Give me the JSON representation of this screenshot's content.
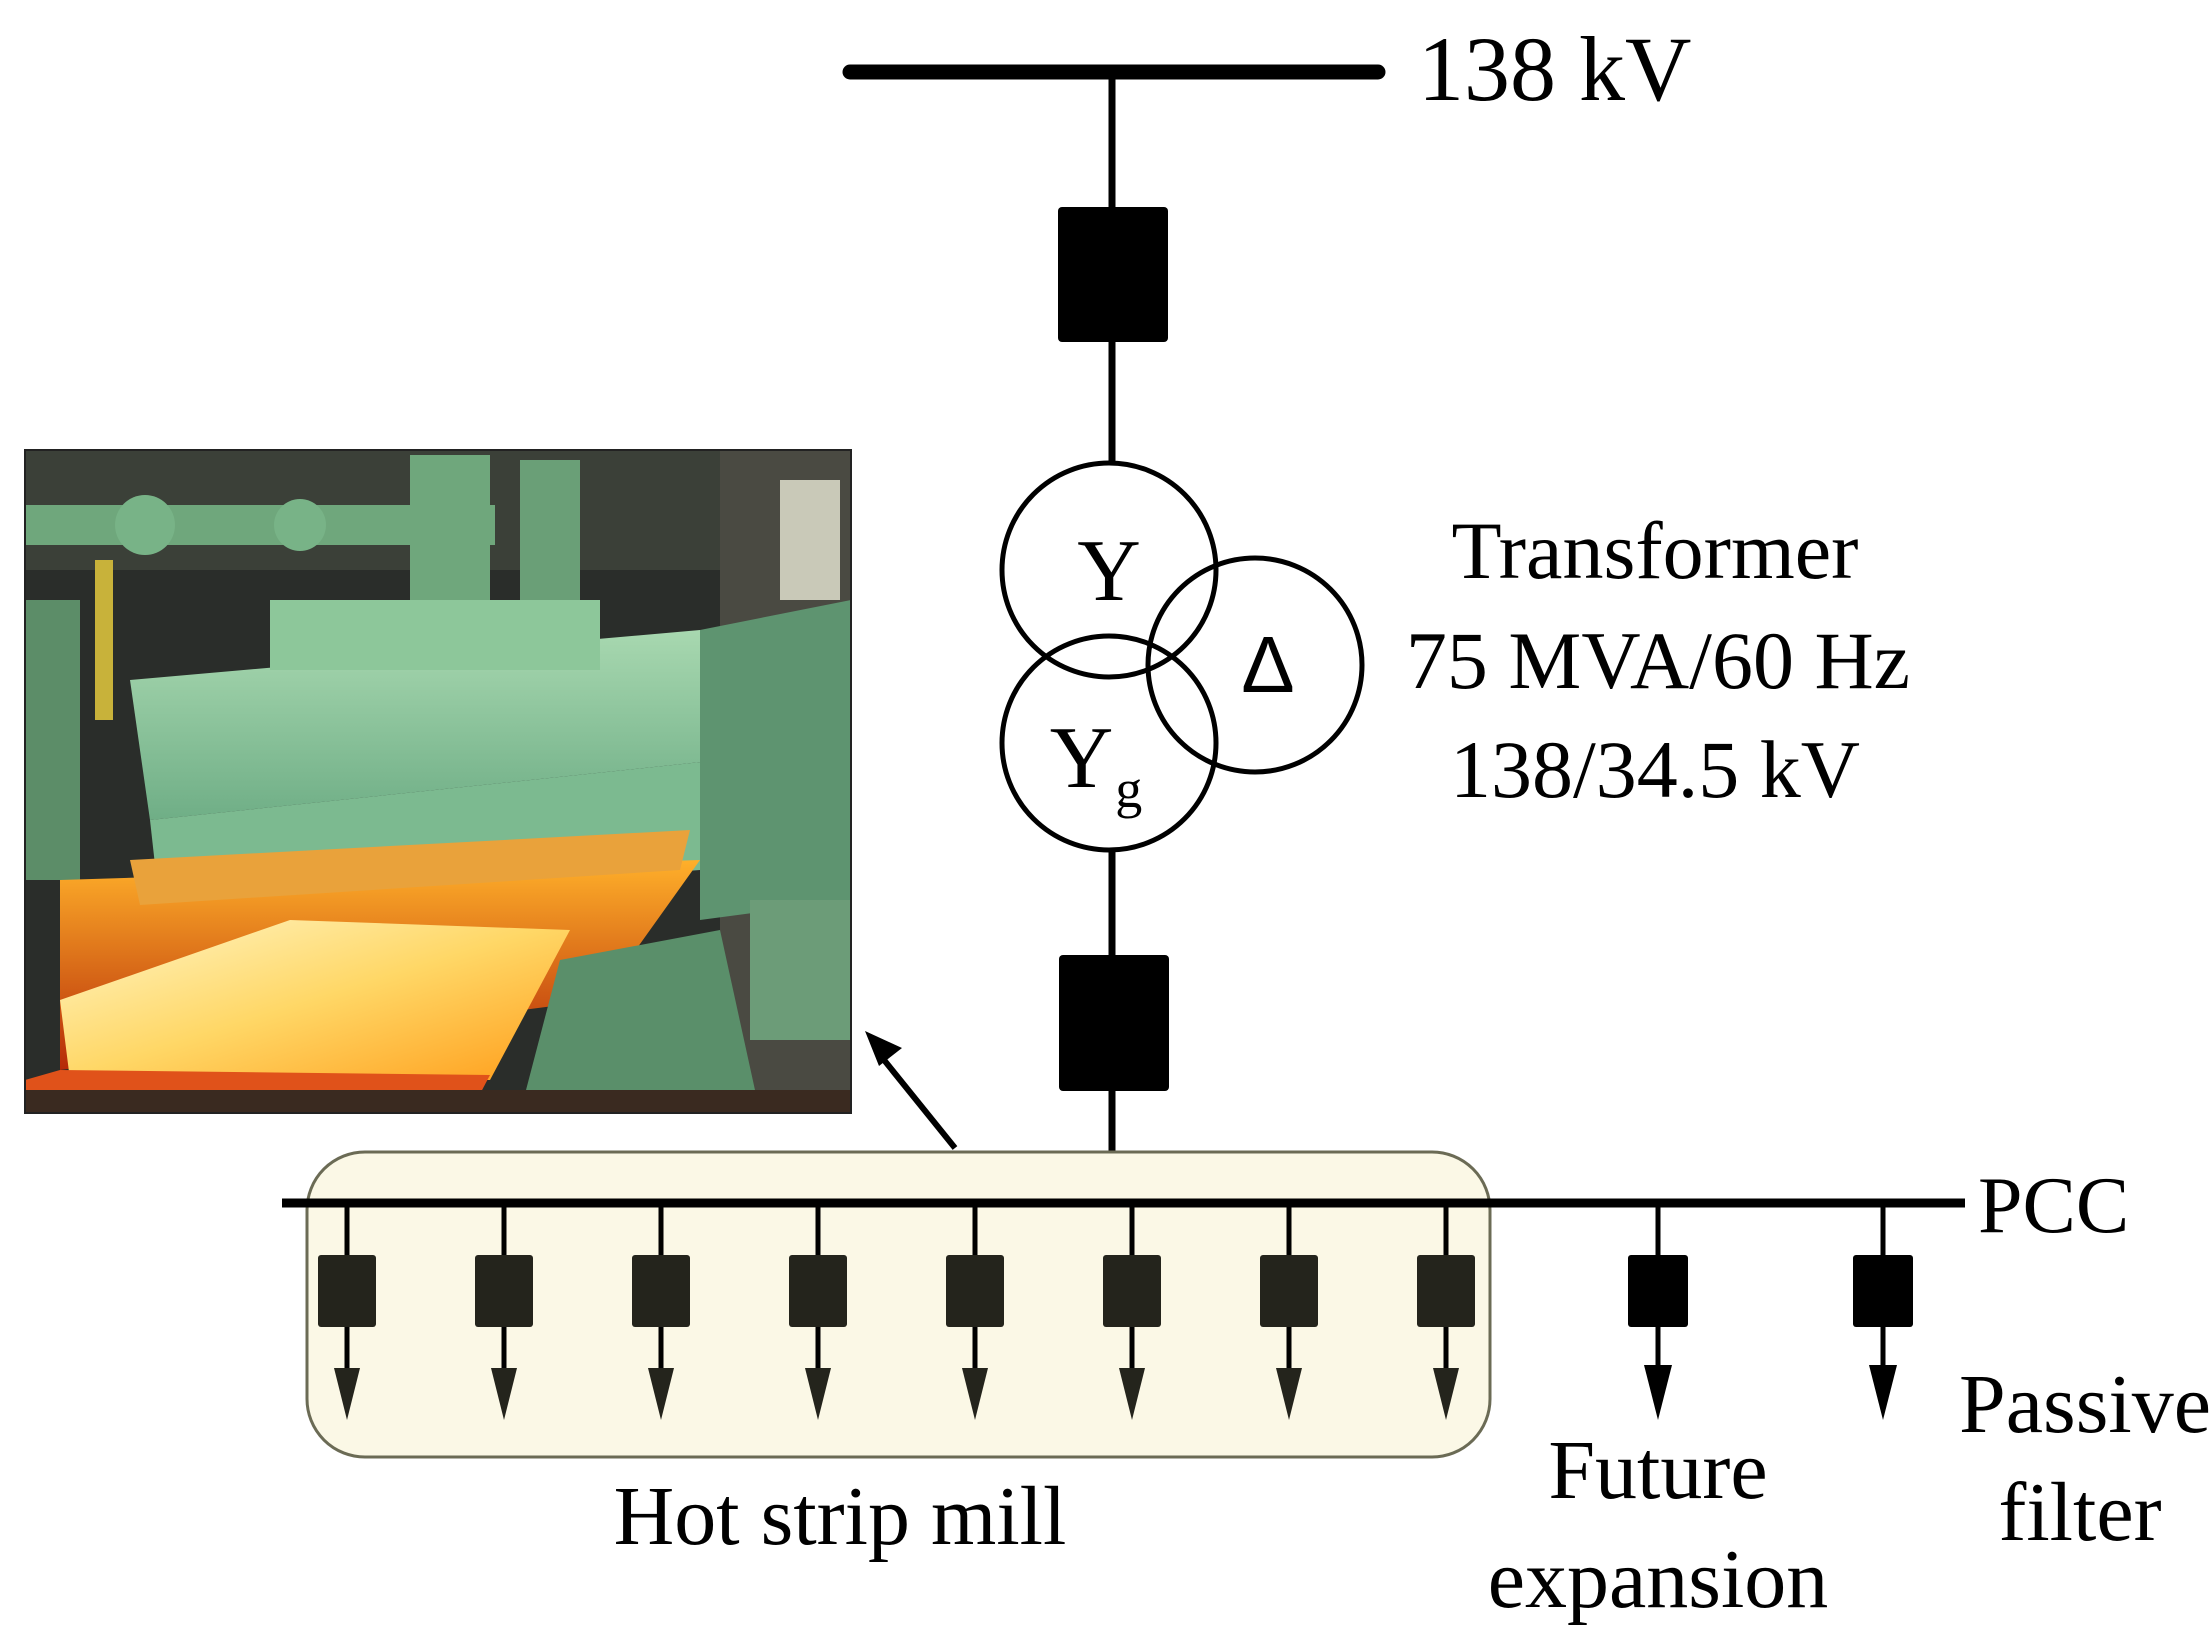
{
  "bus_top": {
    "voltage_label": "138 kV"
  },
  "transformer": {
    "primary_symbol": "Y",
    "secondary_symbol": "Y",
    "secondary_subscript": "g",
    "tertiary_symbol": "Δ",
    "label_title": "Transformer",
    "label_rating": "75 MVA/60 Hz",
    "label_voltage": "138/34.5 kV"
  },
  "pcc_bus": {
    "label": "PCC"
  },
  "loads": {
    "hot_strip_mill": {
      "label": "Hot strip mill",
      "feeder_count": 8
    },
    "future_expansion": {
      "label_line1": "Future",
      "label_line2": "expansion"
    },
    "passive_filter": {
      "label_line1": "Passive",
      "label_line2": "filter"
    }
  },
  "photo": {
    "description": ""
  },
  "colors": {
    "line": "#000000",
    "load_block": "#24241c",
    "mill_group_fill": "#fbf8e6",
    "mill_group_stroke": "#6b6b55"
  }
}
